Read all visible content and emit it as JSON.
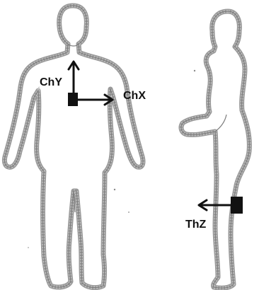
{
  "labels": {
    "chest_y": "ChY",
    "chest_x": "ChX",
    "thigh_z": "ThZ"
  },
  "colors": {
    "outline": "#9a9a9a",
    "sensor": "#111111",
    "background": "#ffffff"
  },
  "figures": {
    "front": "human-front-view",
    "side": "human-side-view"
  }
}
